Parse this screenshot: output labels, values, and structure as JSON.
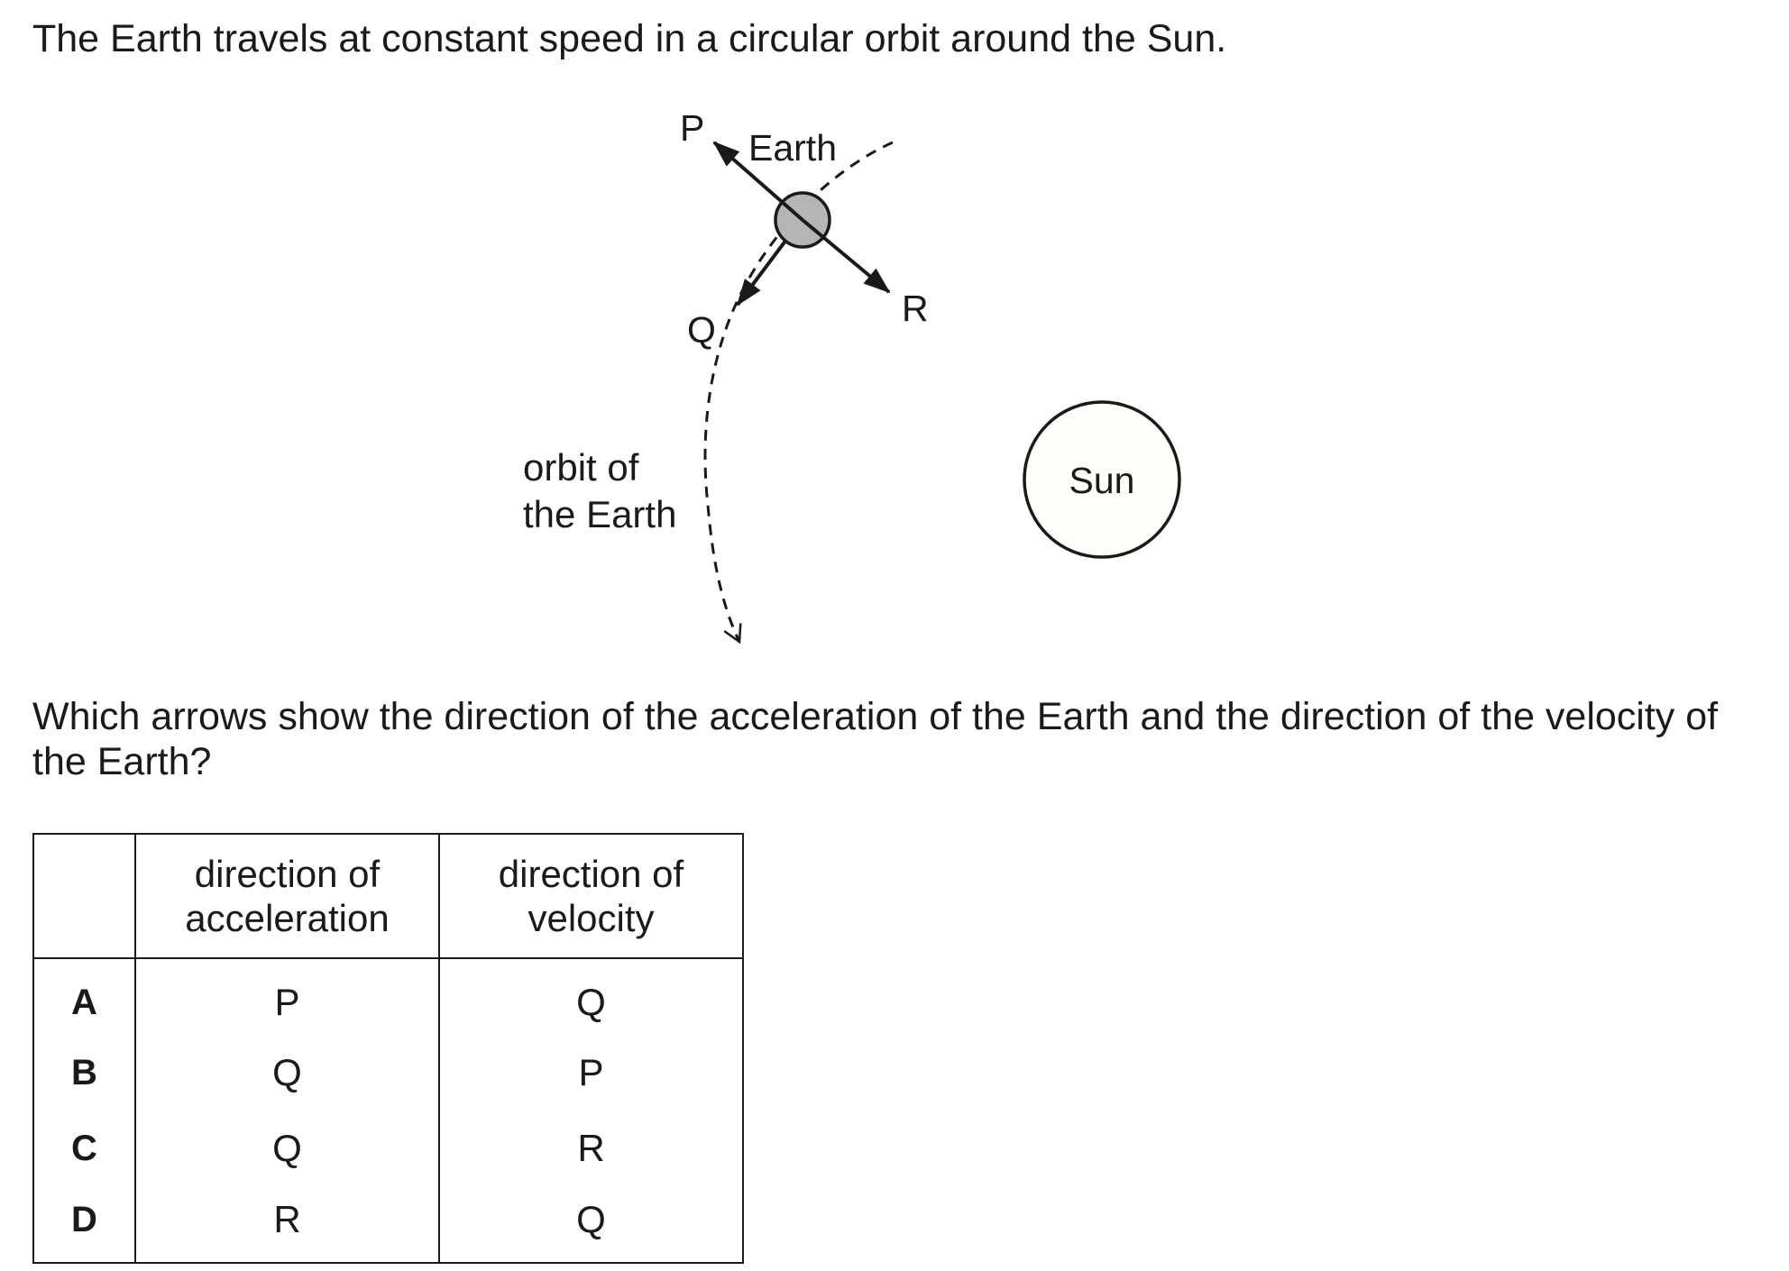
{
  "question": {
    "intro": "The Earth travels at constant speed in a circular orbit around the Sun.",
    "prompt": "Which arrows show the direction of the acceleration of the Earth and the direction of the velocity of the Earth?"
  },
  "diagram": {
    "labels": {
      "p": "P",
      "q": "Q",
      "r": "R",
      "earth": "Earth",
      "orbit_line1": "orbit of",
      "orbit_line2": "the Earth",
      "sun": "Sun"
    },
    "colors": {
      "earth_fill": "#b5b5b5",
      "sun_fill": "#fffefa",
      "ink": "#1a1a1a"
    }
  },
  "table": {
    "headers": {
      "acceleration": "direction of acceleration",
      "velocity": "direction of velocity"
    },
    "rows": [
      {
        "option": "A",
        "acceleration": "P",
        "velocity": "Q"
      },
      {
        "option": "B",
        "acceleration": "Q",
        "velocity": "P"
      },
      {
        "option": "C",
        "acceleration": "Q",
        "velocity": "R"
      },
      {
        "option": "D",
        "acceleration": "R",
        "velocity": "Q"
      }
    ]
  }
}
